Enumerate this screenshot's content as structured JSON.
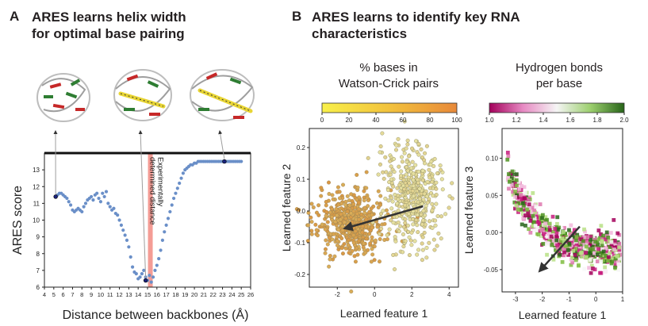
{
  "panel_a": {
    "letter": "A",
    "title_line1": "ARES learns helix width",
    "title_line2": "for optimal base pairing",
    "annotation": "Experimentally determined distance",
    "annotation_line1": "Experimentally",
    "annotation_line2": "determined distance"
  },
  "panel_b": {
    "letter": "B",
    "title_line1": "ARES learns to identify key RNA",
    "title_line2": "characteristics",
    "colorbar1_title_line1": "% bases in",
    "colorbar1_title_line2": "Watson-Crick pairs",
    "colorbar2_title_line1": "Hydrogen bonds",
    "colorbar2_title_line2": "per base"
  },
  "colors": {
    "blue_points": "#6a8fc8",
    "highlight_band": "#f28b82",
    "wc_low": "#f6e85a",
    "wc_high": "#e8893a",
    "hb_low": "#c4006f",
    "hb_mid": "#f3f3f3",
    "hb_high": "#2e7d32"
  },
  "chart_data": [
    {
      "type": "scatter",
      "xlabel": "Distance between backbones (Å)",
      "ylabel": "ARES score",
      "xlim": [
        4,
        26
      ],
      "ylim": [
        6,
        14
      ],
      "xticks": [
        "4",
        "5",
        "6",
        "7",
        "8",
        "9",
        "10",
        "11",
        "12",
        "13",
        "14",
        "15",
        "16",
        "17",
        "18",
        "19",
        "20",
        "21",
        "22",
        "23",
        "24",
        "25",
        "26"
      ],
      "yticks": [
        "6",
        "7",
        "8",
        "9",
        "10",
        "11",
        "12",
        "13"
      ],
      "highlight_x": 15.3,
      "series": [
        {
          "x": [
            5.2,
            5.4,
            5.6,
            5.8,
            6.0,
            6.2,
            6.4,
            6.6,
            6.8,
            7.0,
            7.2,
            7.4,
            7.6,
            7.8,
            8.0,
            8.2,
            8.4,
            8.6,
            8.8,
            9.0,
            9.2,
            9.4,
            9.6,
            9.8,
            10.0,
            10.2,
            10.4,
            10.6,
            10.8,
            11.0,
            11.2,
            11.4,
            11.6,
            11.8,
            12.0,
            12.2,
            12.4,
            12.6,
            12.8,
            13.0,
            13.2,
            13.4,
            13.6,
            13.8,
            14.0,
            14.2,
            14.4,
            14.6,
            14.8,
            15.0,
            15.2,
            15.4,
            15.6,
            15.8,
            16.0,
            16.2,
            16.4,
            16.6,
            16.8,
            17.0,
            17.2,
            17.4,
            17.6,
            17.8,
            18.0,
            18.2,
            18.4,
            18.6,
            18.8,
            19.0,
            19.2,
            19.4,
            19.6,
            19.8,
            20.0,
            20.2,
            20.4,
            20.6,
            20.8,
            21.0,
            21.2,
            21.4,
            21.6,
            21.8,
            22.0,
            22.2,
            22.4,
            22.6,
            22.8,
            23.0,
            23.2,
            23.4,
            23.6,
            23.8,
            24.0,
            24.2,
            24.4,
            24.6,
            24.8,
            25.0
          ],
          "y": [
            11.4,
            11.5,
            11.6,
            11.6,
            11.5,
            11.4,
            11.3,
            11.1,
            10.9,
            10.6,
            10.5,
            10.6,
            10.7,
            10.6,
            10.5,
            10.8,
            11.0,
            11.2,
            11.3,
            11.4,
            11.2,
            11.5,
            11.6,
            11.3,
            11.1,
            11.6,
            11.4,
            11.7,
            11.0,
            10.8,
            10.6,
            10.7,
            10.4,
            10.3,
            10.0,
            9.7,
            9.4,
            9.1,
            8.8,
            8.4,
            7.8,
            7.2,
            6.9,
            6.8,
            6.5,
            6.6,
            6.8,
            7.0,
            6.6,
            6.4,
            6.7,
            6.3,
            6.6,
            7.0,
            7.3,
            7.7,
            8.2,
            8.8,
            9.3,
            9.7,
            10.1,
            10.5,
            10.9,
            11.3,
            11.6,
            11.9,
            12.2,
            12.5,
            12.8,
            13.0,
            13.1,
            13.2,
            13.3,
            13.3,
            13.4,
            13.4,
            13.5,
            13.5,
            13.5,
            13.5,
            13.5,
            13.5,
            13.5,
            13.5,
            13.5,
            13.5,
            13.5,
            13.5,
            13.5,
            13.5,
            13.5,
            13.5,
            13.5,
            13.5,
            13.5,
            13.5,
            13.5,
            13.5,
            13.5,
            13.5
          ],
          "marked_points": [
            [
              5.2,
              11.4
            ],
            [
              14.8,
              6.4
            ],
            [
              23.2,
              13.5
            ]
          ]
        }
      ]
    },
    {
      "type": "scatter",
      "xlabel": "Learned feature 1",
      "ylabel": "Learned feature 2",
      "xlim": [
        -3.5,
        4.5
      ],
      "ylim": [
        -0.24,
        0.26
      ],
      "xticks": [
        "-2",
        "0",
        "2",
        "4"
      ],
      "yticks": [
        "-0.2",
        "-0.1",
        "0.0",
        "0.1",
        "0.2"
      ],
      "colorbar": {
        "title": "% bases in Watson-Crick pairs",
        "range": [
          0,
          100
        ],
        "ticks": [
          "0",
          "20",
          "40",
          "60",
          "80",
          "100"
        ]
      },
      "arrow": {
        "from": [
          2.6,
          0.015
        ],
        "to": [
          -1.6,
          -0.055
        ]
      }
    },
    {
      "type": "scatter",
      "xlabel": "Learned feature 1",
      "ylabel": "Learned feature 3",
      "xlim": [
        -3.5,
        1.0
      ],
      "ylim": [
        -0.08,
        0.14
      ],
      "xticks": [
        "-3",
        "-2",
        "-1",
        "0",
        "1"
      ],
      "yticks": [
        "-0.05",
        "0.00",
        "0.05",
        "0.10"
      ],
      "colorbar": {
        "title": "Hydrogen bonds per base",
        "range": [
          1.0,
          2.0
        ],
        "ticks": [
          "1.0",
          "1.2",
          "1.4",
          "1.6",
          "1.8",
          "2.0"
        ]
      },
      "arrow": {
        "from": [
          -0.6,
          0.008
        ],
        "to": [
          -2.1,
          -0.052
        ]
      }
    }
  ]
}
